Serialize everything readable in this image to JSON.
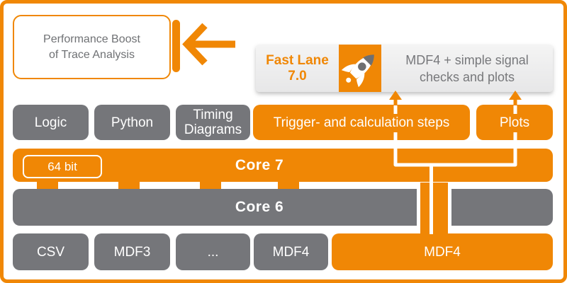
{
  "colors": {
    "orange": "#f08705",
    "gray": "#75767a",
    "panel_bg": "#ededee",
    "muted_text": "#6f7174",
    "desc_text": "#77787b"
  },
  "callout": {
    "line1": "Performance Boost",
    "line2": "of Trace Analysis"
  },
  "icons": {
    "left_arrow": "left-arrow-icon",
    "rocket": "rocket-icon",
    "up_arrow": "up-arrow-icon"
  },
  "fastlane": {
    "name": "Fast Lane",
    "version": "7.0",
    "desc_line1": "MDF4 + simple signal",
    "desc_line2": "checks and plots"
  },
  "features": {
    "gray": [
      {
        "label": "Logic"
      },
      {
        "label": "Python"
      },
      {
        "label": "Timing Diagrams"
      }
    ],
    "orange": [
      {
        "label": "Trigger- and calculation steps"
      },
      {
        "label": "Plots"
      }
    ]
  },
  "cores": {
    "core7": {
      "label": "Core 7",
      "badge": "64 bit"
    },
    "core6": {
      "label": "Core 6"
    }
  },
  "formats": {
    "gray": [
      {
        "label": "CSV"
      },
      {
        "label": "MDF3"
      },
      {
        "label": "..."
      },
      {
        "label": "MDF4"
      }
    ],
    "orange": {
      "label": "MDF4"
    }
  }
}
